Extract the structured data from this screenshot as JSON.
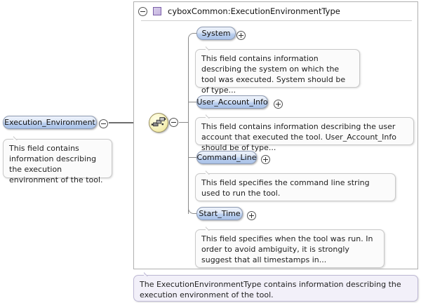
{
  "diagram": {
    "kind": "xml-schema-element-diagram",
    "root_element": {
      "name": "Execution_Environment",
      "toggle_icon": "minus-circle-icon",
      "documentation": "This field contains information describing the execution environment of the tool."
    },
    "compositor": {
      "kind": "sequence",
      "icon": "sequence-icon",
      "toggle_icon": "minus-circle-icon"
    },
    "type_panel": {
      "toggle_icon": "minus-circle-icon",
      "type_icon": "complex-type-icon",
      "title": "cyboxCommon:ExecutionEnvironmentType",
      "documentation": "The ExecutionEnvironmentType contains information describing the execution environment of the tool."
    },
    "children": [
      {
        "name": "System",
        "toggle_icon": "plus-circle-icon",
        "documentation": "This field contains information describing the system on which the tool was executed. System should be of type..."
      },
      {
        "name": "User_Account_Info",
        "toggle_icon": "plus-circle-icon",
        "documentation": "This field contains information describing the user account that executed the tool. User_Account_Info should be of type..."
      },
      {
        "name": "Command_Line",
        "toggle_icon": "plus-circle-icon",
        "documentation": "This field specifies the command line string used to run the tool."
      },
      {
        "name": "Start_Time",
        "toggle_icon": "plus-circle-icon",
        "documentation": "This field specifies when the tool was run. In order to avoid ambiguity, it is strongly suggest that all timestamps in..."
      }
    ],
    "colors": {
      "element_fill_top": "#eef3fb",
      "element_fill_bottom": "#a9c2e8",
      "element_border": "#8e9bb3",
      "sequence_fill": "#f2eeb2",
      "sequence_border": "#9a9060",
      "type_icon_fill": "#c5b4e0",
      "type_icon_border": "#7b5fa8",
      "annotation_fill": "#fbfbfb",
      "annotation_border": "#c9c9c9",
      "type_annotation_fill": "#f2f0f9",
      "panel_border": "#b0b0b0",
      "connector_line": "#8a8a8a"
    }
  }
}
